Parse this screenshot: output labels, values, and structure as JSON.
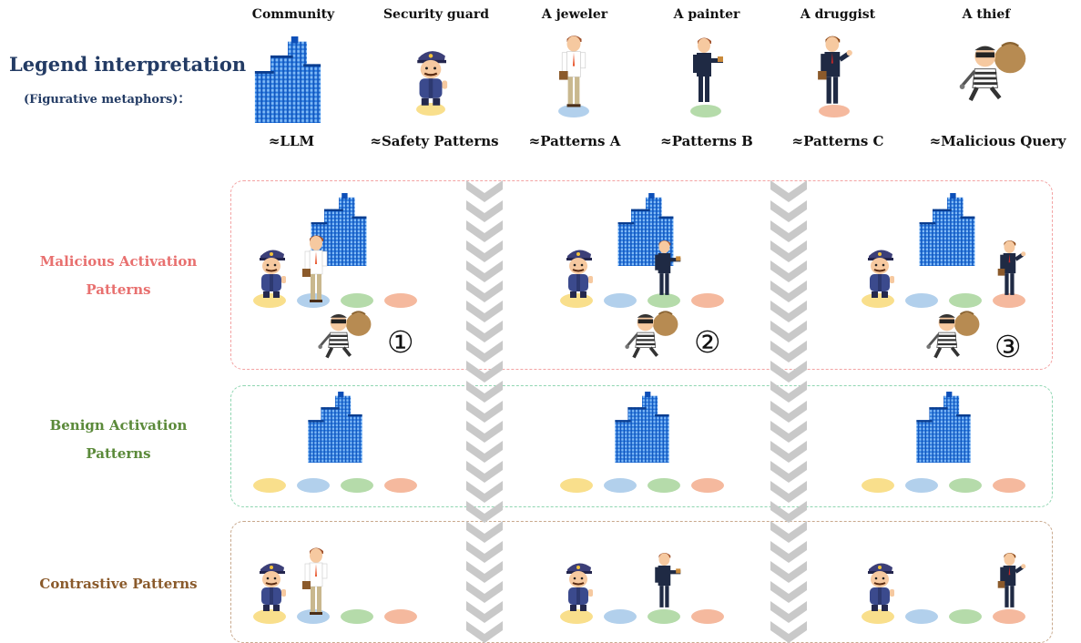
{
  "legend": {
    "title": "Legend interpretation",
    "subtitle": "(Figurative metaphors)：",
    "items": [
      {
        "label": "Community",
        "meaning": "≈LLM"
      },
      {
        "label": "Security guard",
        "meaning": "≈Safety Patterns"
      },
      {
        "label": "A jeweler",
        "meaning": "≈Patterns A"
      },
      {
        "label": "A painter",
        "meaning": "≈Patterns B"
      },
      {
        "label": "A druggist",
        "meaning": "≈Patterns C"
      },
      {
        "label": "A thief",
        "meaning": "≈Malicious Query"
      }
    ]
  },
  "rows": [
    {
      "label_line1": "Malicious Activation",
      "label_line2": "Patterns",
      "color": "#e8706f"
    },
    {
      "label_line1": "Benign Activation",
      "label_line2": "Patterns",
      "color": "#5b8a3a"
    },
    {
      "label": "Contrastive Patterns",
      "color": "#8a5a2b"
    }
  ],
  "markers": [
    "①",
    "②",
    "③"
  ],
  "colors": {
    "yellow": "#f9df8c",
    "blue": "#b2d0ec",
    "green": "#b5dbaa",
    "orange": "#f5b99e",
    "malicious_border": "#f3a3a3",
    "benign_border": "#8fd6b1",
    "contrastive_border": "#c8a88c",
    "building": "#1f6fd6",
    "chevron": "#c9c9c9"
  }
}
